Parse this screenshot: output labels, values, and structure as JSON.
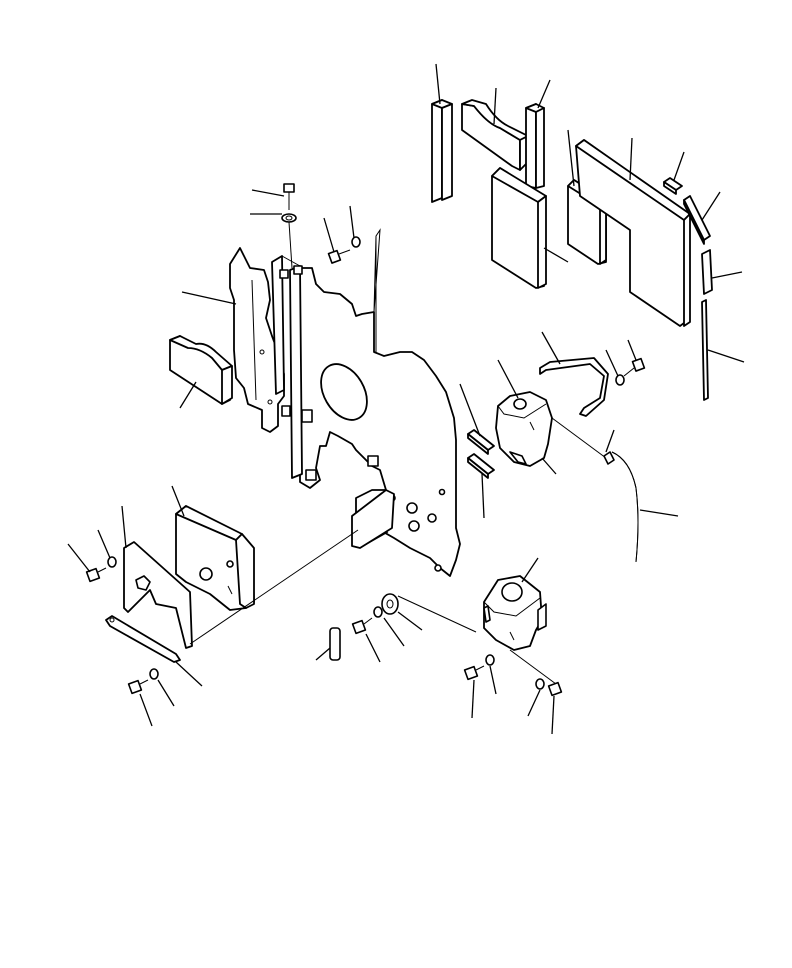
{
  "diagram": {
    "type": "exploded-parts-view",
    "background": "#ffffff",
    "line_color": "#000000",
    "parts": [
      "foam-block-1",
      "foam-block-2",
      "foam-block-3",
      "foam-block-4",
      "foam-block-5",
      "foam-panel-large",
      "small-pad",
      "angled-strip",
      "short-strip",
      "long-strip",
      "main-partition-plate",
      "side-bracket-plate",
      "left-foam-block",
      "top-bolt",
      "top-washer",
      "upper-bolt-pair",
      "reservoir-bracket",
      "bracket-bolt-pair",
      "reservoir-tank",
      "seal-strip-pair",
      "breather-hose",
      "electronic-control-unit",
      "ecu-bracket",
      "ecu-bolt-pair",
      "ecu-strap",
      "strap-bolt-pair",
      "lower-plate",
      "rubber-mount",
      "lower-bolt",
      "spacer",
      "coolant-tank",
      "tank-bolt-pair",
      "tank-bolt-right"
    ]
  }
}
